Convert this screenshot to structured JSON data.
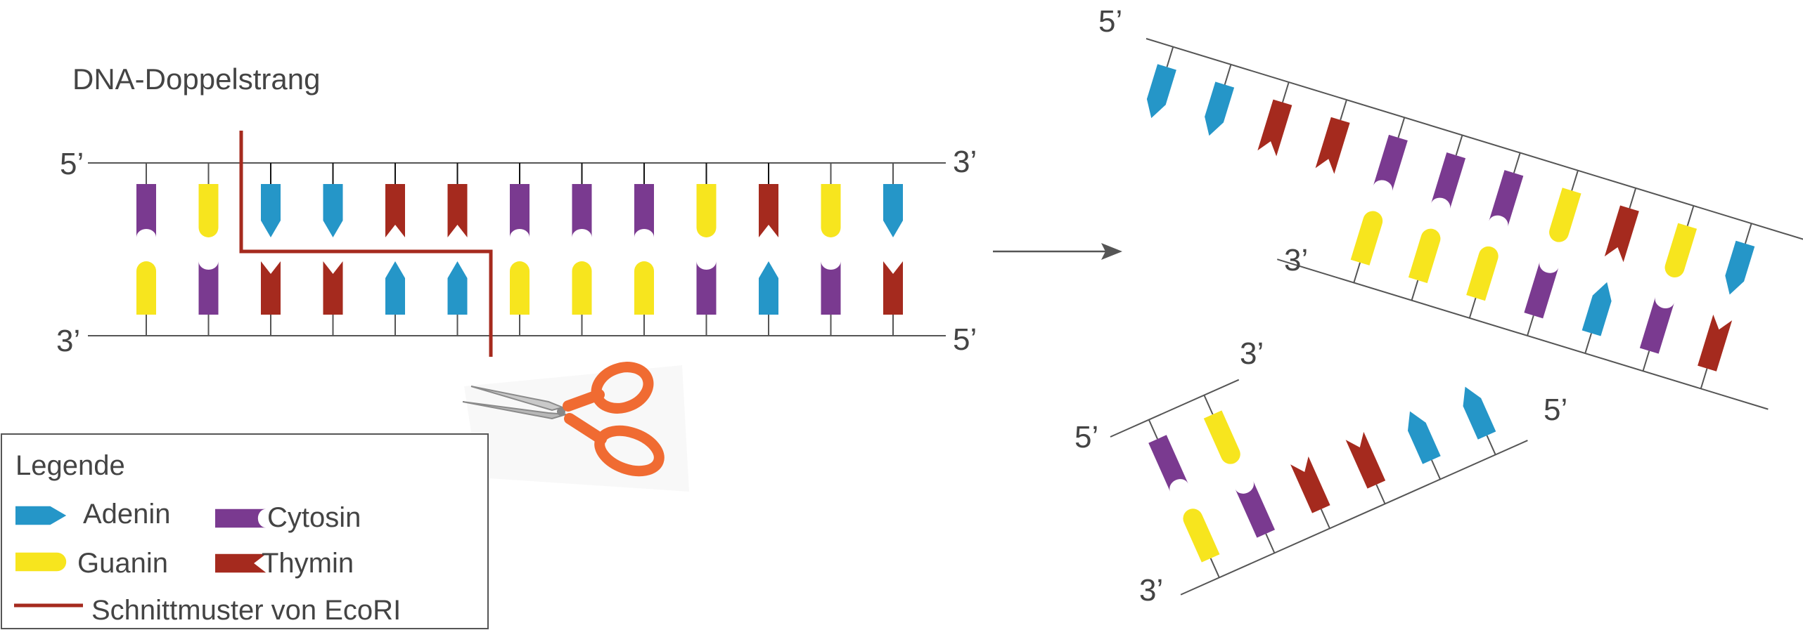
{
  "title": "DNA-Doppelstrang",
  "colors": {
    "adenin": "#2596c8",
    "guanin": "#f7e51e",
    "cytosin": "#7a3a90",
    "thymin": "#a52a1e",
    "cut_line": "#a52a1e",
    "strand": "#555555",
    "text": "#444444"
  },
  "strand_labels": {
    "five_prime": "5’",
    "three_prime": "3’"
  },
  "bases": {
    "adenin": "Adenin",
    "guanin": "Guanin",
    "cytosin": "Cytosin",
    "thymin": "Thymin"
  },
  "sequence": {
    "top": [
      "C",
      "G",
      "A",
      "A",
      "T",
      "T",
      "C",
      "C",
      "C",
      "G",
      "T",
      "G",
      "A"
    ]
  },
  "fragments": {
    "large": {
      "top": [
        "A",
        "A",
        "T",
        "T",
        "C",
        "C",
        "C",
        "G",
        "T",
        "G",
        "A"
      ],
      "bottom": [
        "G",
        "G",
        "G",
        "C",
        "A",
        "C",
        "T"
      ]
    },
    "small": {
      "top": [
        "C",
        "G"
      ],
      "bottom": [
        "G",
        "C",
        "T",
        "T",
        "A",
        "A"
      ]
    }
  },
  "legend": {
    "title": "Legende",
    "adenin": "Adenin",
    "guanin": "Guanin",
    "cytosin": "Cytosin",
    "thymin": "Thymin",
    "cut": "Schnittmuster von EcoRI"
  },
  "icons": {
    "scissors": "scissors-icon",
    "arrow": "arrow-right-icon"
  }
}
